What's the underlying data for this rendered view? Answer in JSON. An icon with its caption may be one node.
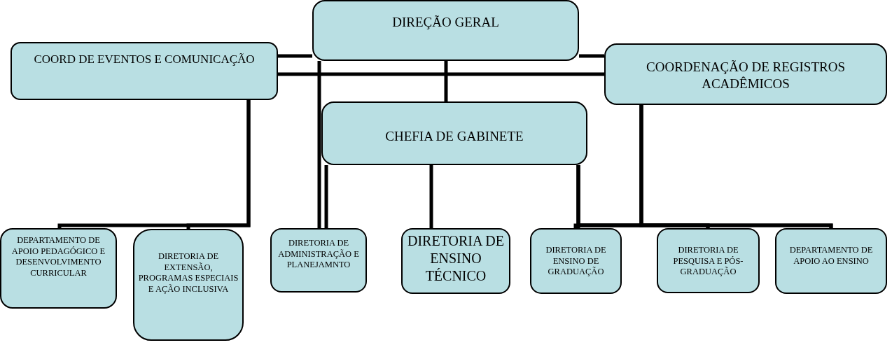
{
  "diagram": {
    "nodes": [
      {
        "text": [
          "DIREÇÃO GERAL"
        ]
      },
      {
        "text": [
          "COORD DE EVENTOS E COMUNICAÇÃO"
        ]
      },
      {
        "text": [
          "COORDENAÇÃO DE REGISTROS ACADÊMICOS"
        ]
      },
      {
        "text": [
          "CHEFIA DE GABINETE"
        ]
      },
      {
        "text": [
          "DEPARTAMENTO DE APOIO PEDAGÓGICO E DESENVOLVIMENTO CURRICULAR"
        ]
      },
      {
        "text": [
          "DIRETORIA DE EXTENSÃO, PROGRAMAS ESPECIAIS E AÇÃO INCLUSIVA"
        ]
      },
      {
        "text": [
          "DIRETORIA DE ADMINISTRAÇÃO E PLANEJAMNTO"
        ]
      },
      {
        "text": [
          "DIRETORIA DE ENSINO TÉCNICO"
        ]
      },
      {
        "text": [
          "DIRETORIA DE ENSINO DE GRADUAÇÃO"
        ]
      },
      {
        "text": [
          "DIRETORIA DE PESQUISA E PÓS-GRADUAÇÃO"
        ]
      },
      {
        "text": [
          "DEPARTAMENTO DE APOIO AO ENSINO"
        ]
      }
    ],
    "edges": [
      {
        "from": 0,
        "to": 1,
        "arrow": "none"
      },
      {
        "from": 0,
        "to": 2,
        "arrow": "none"
      },
      {
        "from": 1,
        "to": 2,
        "arrow": "none"
      },
      {
        "from": 0,
        "to": 3,
        "arrow": "none"
      },
      {
        "from": 1,
        "to": 4,
        "arrow": "none"
      },
      {
        "from": 1,
        "to": 5,
        "arrow": "none"
      },
      {
        "from": 0,
        "to": 6,
        "arrow": "none"
      },
      {
        "from": 3,
        "to": 6,
        "arrow": "none"
      },
      {
        "from": 3,
        "to": 7,
        "arrow": "none"
      },
      {
        "from": 3,
        "to": 8,
        "arrow": "none"
      },
      {
        "from": 3,
        "to": 9,
        "arrow": "none"
      },
      {
        "from": 3,
        "to": 10,
        "arrow": "none"
      },
      {
        "from": 2,
        "to": 8,
        "arrow": "none"
      },
      {
        "from": 2,
        "to": 9,
        "arrow": "none"
      },
      {
        "from": 2,
        "to": 10,
        "arrow": "none"
      }
    ]
  }
}
